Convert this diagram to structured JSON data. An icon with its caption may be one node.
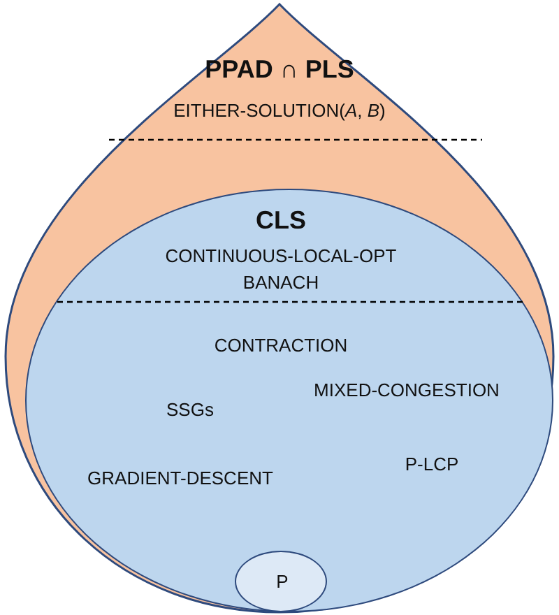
{
  "diagram": {
    "nodes": [
      {
        "text": [
          "PPAD ∩ PLS",
          "EITHER-SOLUTION(*A*, *B*)"
        ]
      },
      {
        "text": [
          "CLS",
          "CONTINUOUS-LOCAL-OPT",
          "BANACH",
          "CONTRACTION",
          "MIXED-CONGESTION",
          "SSGs",
          "GRADIENT-DESCENT",
          "P-LCP"
        ],
        "in": 0
      },
      {
        "text": [
          "P"
        ],
        "in": 1
      }
    ],
    "edges": []
  }
}
